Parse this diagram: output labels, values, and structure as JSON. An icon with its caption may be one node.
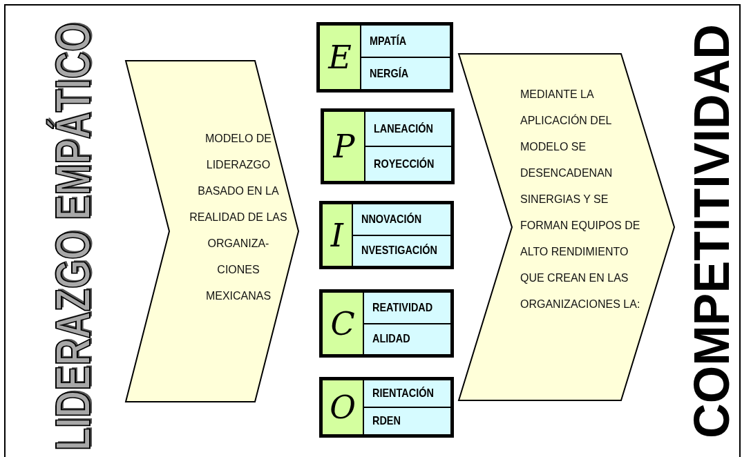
{
  "diagram": {
    "nodes": [
      {
        "text": [
          "MODELO DE LIDERAZGO BASADO EN LA REALIDAD DE LAS ORGANIZA- CIONES MEXICANAS"
        ]
      },
      {
        "text": [
          "E",
          "MPATÍA",
          "NERGÍA"
        ]
      },
      {
        "text": [
          "P",
          "LANEACIÓN",
          "ROYECCIÓN"
        ]
      },
      {
        "text": [
          "I",
          "NNOVACIÓN",
          "NVESTIGACIÓN"
        ]
      },
      {
        "text": [
          "C",
          "REATIVIDAD",
          "ALIDAD"
        ]
      },
      {
        "text": [
          "O",
          "RIENTACIÓN",
          "RDEN"
        ]
      },
      {
        "text": [
          "MEDIANTE LA APLICACIÓN DEL MODELO SE DESENCADENAN SINERGIAS Y SE FORMAN EQUIPOS DE ALTO RENDIMIENTO QUE CREAN EN LAS ORGANIZACIONES LA:"
        ]
      }
    ],
    "edges": [],
    "labels": [
      "LIDERAZGO EMPÁTICO",
      "COMPETITIVIDAD"
    ]
  }
}
